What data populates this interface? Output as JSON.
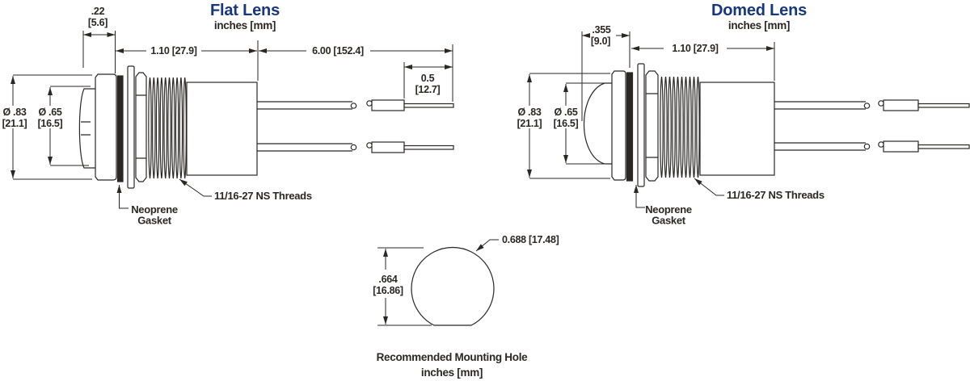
{
  "colors": {
    "line": "#2b2724",
    "title": "#18377e"
  },
  "flat": {
    "title": "Flat Lens",
    "units": "inches [mm]",
    "dim_lens_depth_in": ".22",
    "dim_lens_depth_mm": "[5.6]",
    "dim_body_len": "1.10 [27.9]",
    "dim_wire_len": "6.00 [152.4]",
    "dim_strip_in": "0.5",
    "dim_strip_mm": "[12.7]",
    "dim_od_in": "Ø .83",
    "dim_od_mm": "[21.1]",
    "dim_lens_in": "Ø .65",
    "dim_lens_mm": "[16.5]",
    "thread_label": "11/16-27 NS Threads",
    "gasket_label_1": "Neoprene",
    "gasket_label_2": "Gasket"
  },
  "domed": {
    "title": "Domed Lens",
    "units": "inches [mm]",
    "dim_dome_in": ".355",
    "dim_dome_mm": "[9.0]",
    "dim_body_len": "1.10 [27.9]",
    "dim_od_in": "Ø .83",
    "dim_od_mm": "[21.1]",
    "dim_lens_in": "Ø .65",
    "dim_lens_mm": "[16.5]",
    "thread_label": "11/16-27 NS Threads",
    "gasket_label_1": "Neoprene",
    "gasket_label_2": "Gasket"
  },
  "hole": {
    "dim_dia": "0.688 [17.48]",
    "dim_h_in": ".664",
    "dim_h_mm": "[16.86]",
    "caption": "Recommended Mounting Hole",
    "units": "inches [mm]"
  }
}
